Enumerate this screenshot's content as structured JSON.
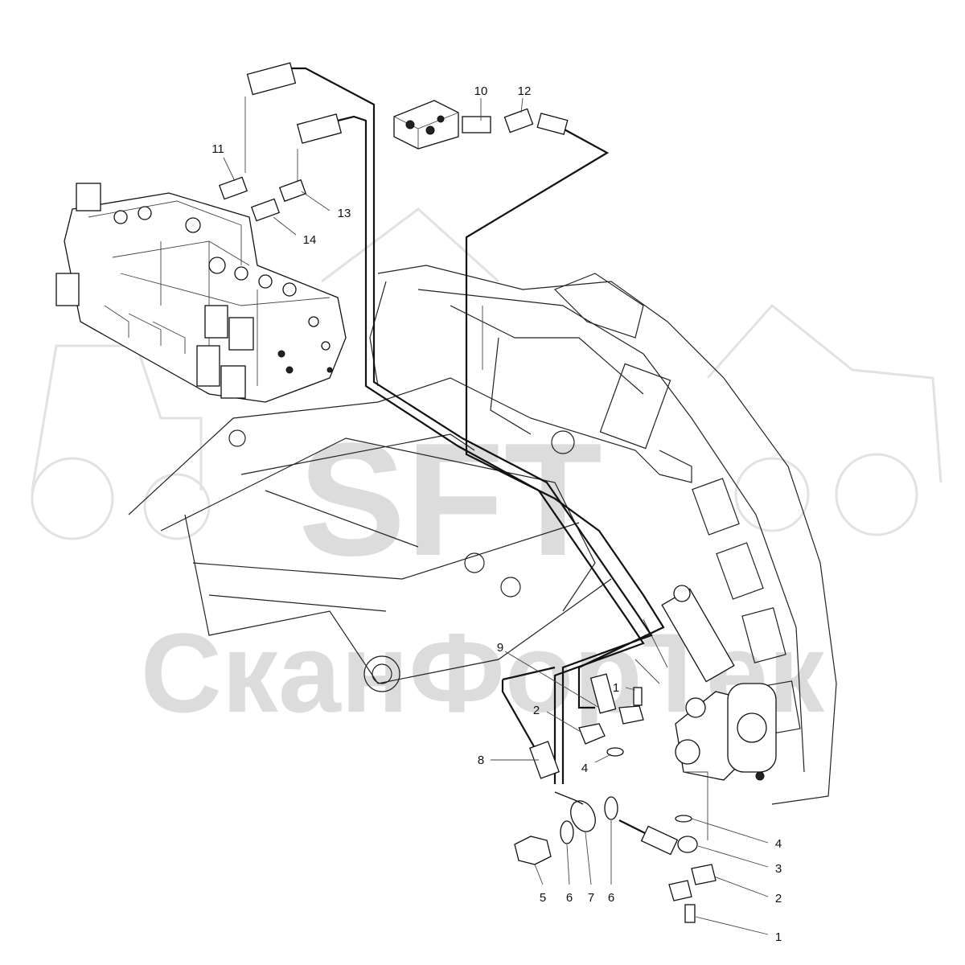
{
  "watermark": {
    "logo": "SFT",
    "company": "СканФорТек"
  },
  "callouts": [
    {
      "id": "c10",
      "text": "10"
    },
    {
      "id": "c12",
      "text": "12"
    },
    {
      "id": "c11",
      "text": "11"
    },
    {
      "id": "c13",
      "text": "13"
    },
    {
      "id": "c14",
      "text": "14"
    },
    {
      "id": "c9",
      "text": "9"
    },
    {
      "id": "c1a",
      "text": "1"
    },
    {
      "id": "c2a",
      "text": "2"
    },
    {
      "id": "c4a",
      "text": "4"
    },
    {
      "id": "c8",
      "text": "8"
    },
    {
      "id": "c4b",
      "text": "4"
    },
    {
      "id": "c3",
      "text": "3"
    },
    {
      "id": "c2b",
      "text": "2"
    },
    {
      "id": "c1b",
      "text": "1"
    },
    {
      "id": "c5",
      "text": "5"
    },
    {
      "id": "c6a",
      "text": "6"
    },
    {
      "id": "c7",
      "text": "7"
    },
    {
      "id": "c6b",
      "text": "6"
    }
  ]
}
